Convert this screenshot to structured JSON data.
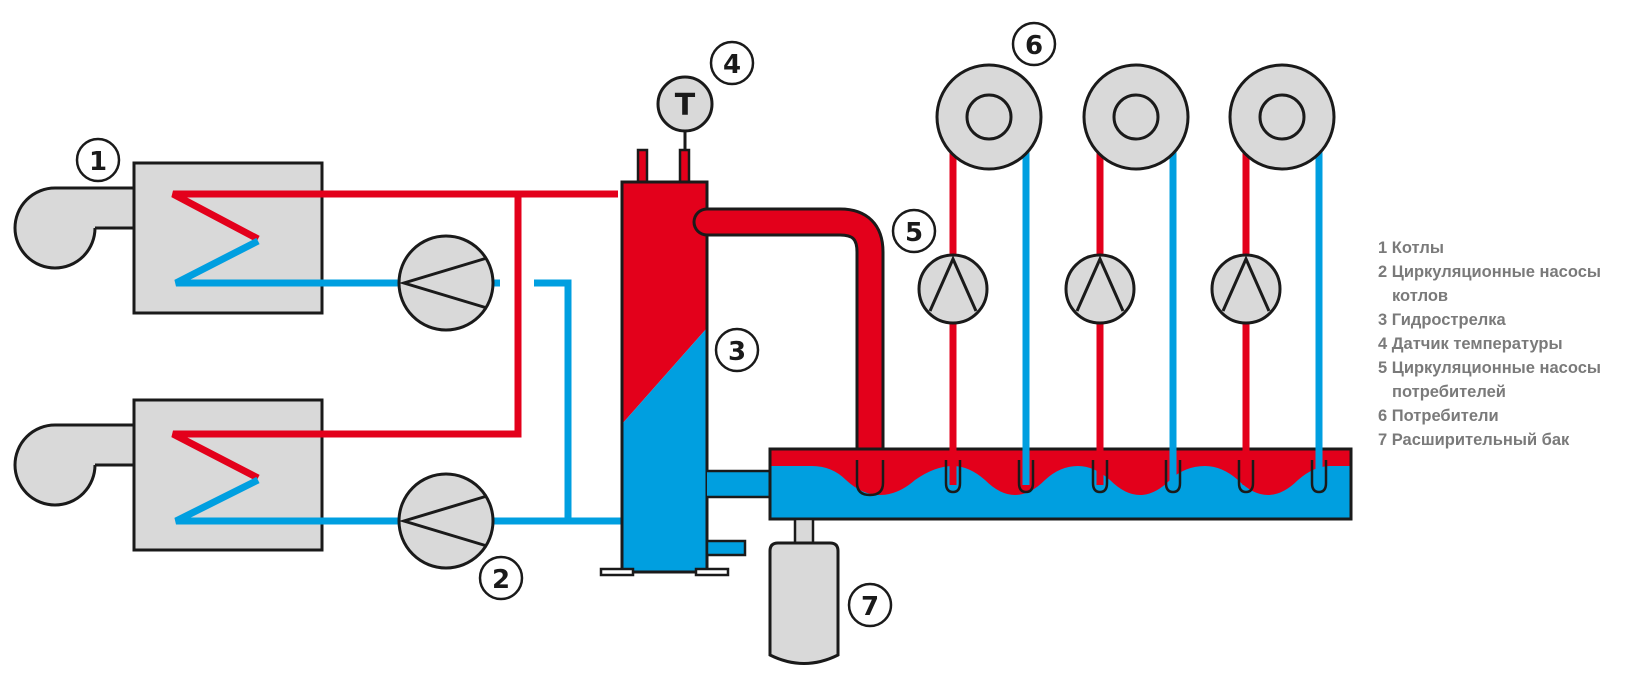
{
  "colors": {
    "hot": "#e3001b",
    "cold": "#009fe0",
    "equipment_fill": "#d9d9d9",
    "outline": "#1a1a1a",
    "legend_text": "#7a7a7a"
  },
  "sensor_symbol": "T",
  "callouts": {
    "boilers": "1",
    "boiler_pumps": "2",
    "hydro_separator": "3",
    "temp_sensor": "4",
    "consumer_pumps": "5",
    "consumers": "6",
    "expansion_tank": "7"
  },
  "legend": [
    "1 Котлы",
    "2 Циркуляционные насосы котлов",
    "3 Гидрострелка",
    "4 Датчик температуры",
    "5 Циркуляционные насосы потребителей",
    "6 Потребители",
    "7 Расширительный бак"
  ]
}
